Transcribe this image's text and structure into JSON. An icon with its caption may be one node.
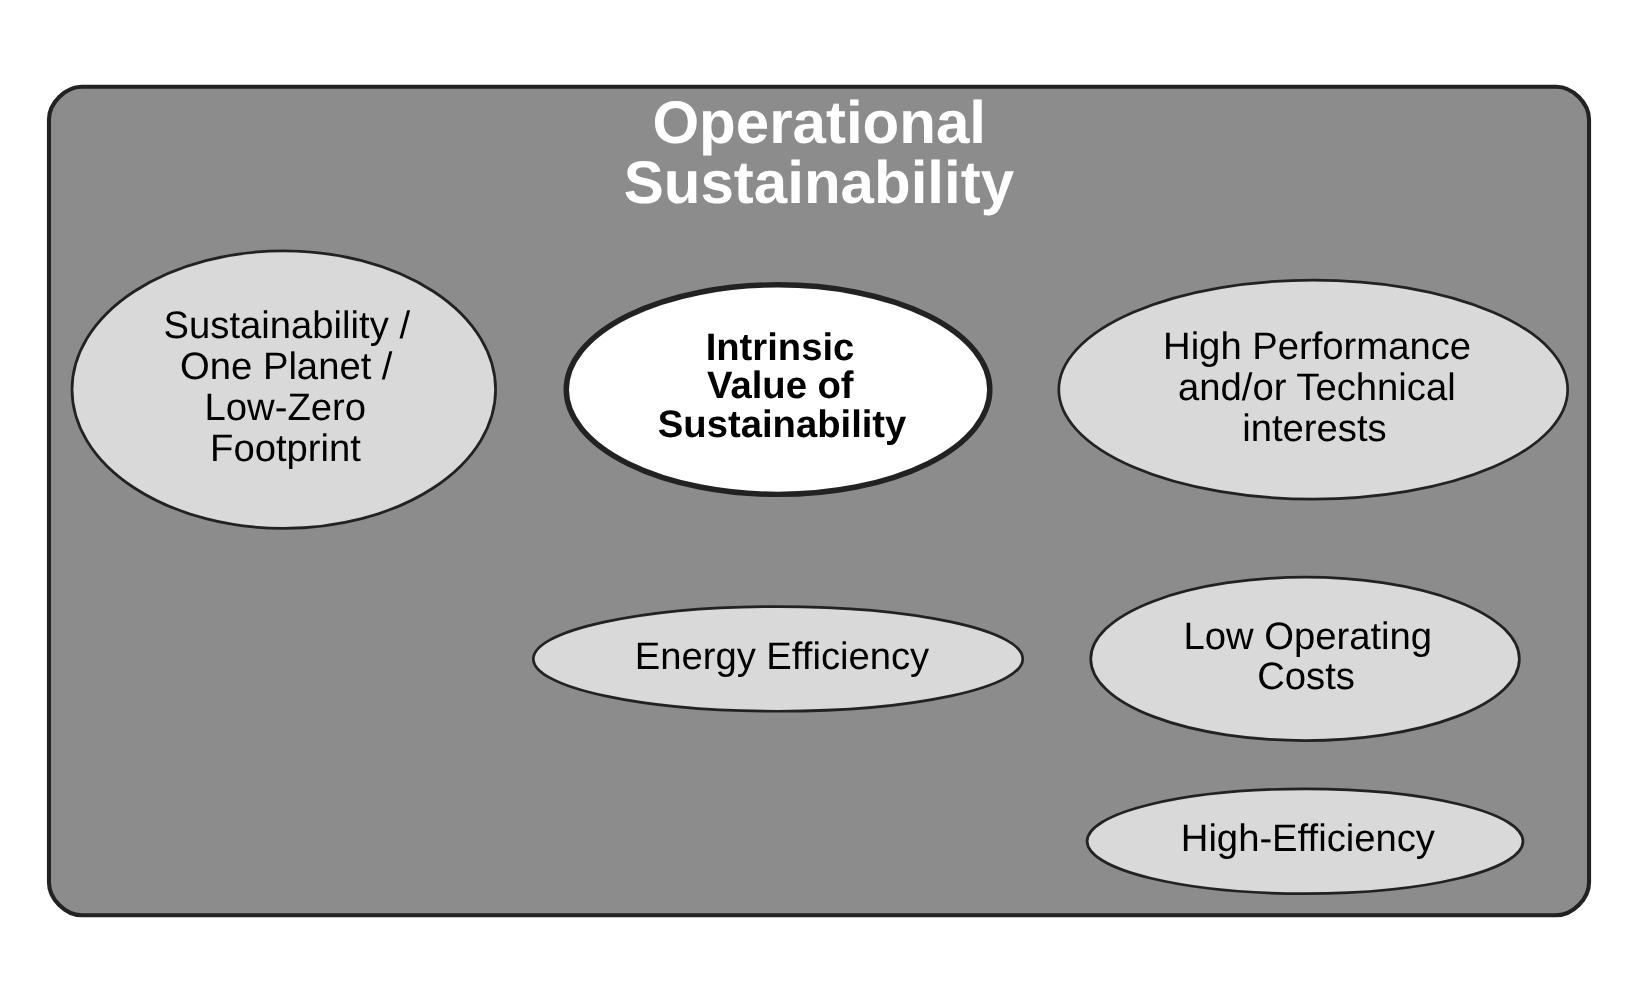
{
  "diagram": {
    "nodes": [
      {
        "text": [
          "Operational Sustainability"
        ]
      },
      {
        "text": [
          "Sustainability / One Planet / Low-Zero Footprint"
        ],
        "in": 0
      },
      {
        "text": [
          "Intrinsic Value of Sustainability"
        ],
        "in": 0
      },
      {
        "text": [
          "High Performance and/or Technical interests"
        ],
        "in": 0
      },
      {
        "text": [
          "Energy Efficiency"
        ],
        "in": 0
      },
      {
        "text": [
          "Low Operating Costs"
        ],
        "in": 0
      },
      {
        "text": [
          "High-Efficiency"
        ],
        "in": 0
      }
    ],
    "edges": []
  }
}
